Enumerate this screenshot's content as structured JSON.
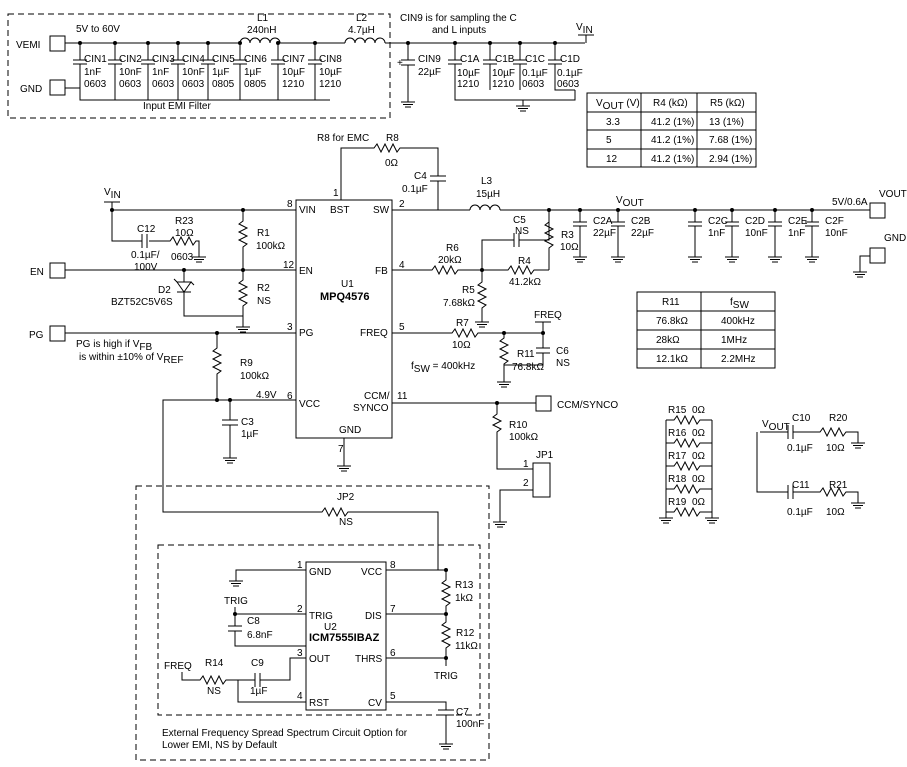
{
  "emi_filter": {
    "vin_range": "5V to 60V",
    "title": "Input EMI Filter",
    "terminals": [
      "VEMI",
      "GND"
    ],
    "inductors": [
      {
        "ref": "L1",
        "value": "240nH"
      },
      {
        "ref": "L2",
        "value": "4.7µH"
      }
    ],
    "caps": [
      {
        "ref": "CIN1",
        "value": "1nF",
        "pkg": "0603"
      },
      {
        "ref": "CIN2",
        "value": "10nF",
        "pkg": "0603"
      },
      {
        "ref": "CIN3",
        "value": "1nF",
        "pkg": "0603"
      },
      {
        "ref": "CIN4",
        "value": "10nF",
        "pkg": "0603"
      },
      {
        "ref": "CIN5",
        "value": "1µF",
        "pkg": "0805"
      },
      {
        "ref": "CIN6",
        "value": "1µF",
        "pkg": "0805"
      },
      {
        "ref": "CIN7",
        "value": "10µF",
        "pkg": "1210"
      },
      {
        "ref": "CIN8",
        "value": "10µF",
        "pkg": "1210"
      }
    ]
  },
  "input_caps": {
    "note_line1": "CIN9 is for sampling the C",
    "note_line2": "and L inputs",
    "vin_label": "V",
    "vin_sub": "IN",
    "cin9": {
      "ref": "CIN9",
      "value": "22µF"
    },
    "caps": [
      {
        "ref": "C1A",
        "value": "10µF",
        "pkg": "1210"
      },
      {
        "ref": "C1B",
        "value": "10µF",
        "pkg": "1210"
      },
      {
        "ref": "C1C",
        "value": "0.1µF",
        "pkg": "0603"
      },
      {
        "ref": "C1D",
        "value": "0.1µF",
        "pkg": "0603"
      }
    ]
  },
  "vout_table": {
    "headers": [
      "V",
      "R4 (kΩ)",
      "R5 (kΩ)"
    ],
    "header_v_sub": "OUT",
    "header_v_suffix": " (V)",
    "rows": [
      [
        "3.3",
        "41.2 (1%)",
        "13 (1%)"
      ],
      [
        "5",
        "41.2 (1%)",
        "7.68 (1%)"
      ],
      [
        "12",
        "41.2 (1%)",
        "2.94 (1%)"
      ]
    ]
  },
  "fsw_table": {
    "headers": [
      "R11",
      "f"
    ],
    "header_f_sub": "SW",
    "rows": [
      [
        "76.8kΩ",
        "400kHz"
      ],
      [
        "28kΩ",
        "1MHz"
      ],
      [
        "12.1kΩ",
        "2.2MHz"
      ]
    ]
  },
  "u1": {
    "ref": "U1",
    "part": "MPQ4576",
    "pins": {
      "vin": "VIN",
      "bst": "BST",
      "sw": "SW",
      "en": "EN",
      "fb": "FB",
      "pg": "PG",
      "freq": "FREQ",
      "vcc": "VCC",
      "ccm1": "CCM/",
      "ccm2": "SYNCO",
      "gnd": "GND"
    },
    "pin_nums": {
      "vin": "8",
      "bst": "1",
      "sw": "2",
      "en": "12",
      "fb": "4",
      "pg": "3",
      "freq": "5",
      "vcc": "6",
      "ccm": "11",
      "gnd": "7"
    }
  },
  "main": {
    "r8_note": "R8 for EMC",
    "r8": {
      "ref": "R8",
      "value": "0Ω"
    },
    "c4": {
      "ref": "C4",
      "value": "0.1µF"
    },
    "l3": {
      "ref": "L3",
      "value": "15µH"
    },
    "vin_label": "V",
    "vin_sub": "IN",
    "vout_label": "V",
    "vout_sub": "OUT",
    "vout_terminal": "VOUT",
    "vout_spec": "5V/0.6A",
    "gnd_terminal": "GND",
    "c12": {
      "ref": "C12",
      "value1": "0.1µF/",
      "value2": "100V"
    },
    "r23": {
      "ref": "R23",
      "value": "10Ω",
      "pkg": "0603"
    },
    "r1": {
      "ref": "R1",
      "value": "100kΩ"
    },
    "r2": {
      "ref": "R2",
      "value": "NS"
    },
    "d2": {
      "ref": "D2",
      "part": "BZT52C5V6S"
    },
    "en_terminal": "EN",
    "pg_terminal": "PG",
    "pg_note1": "PG is high if V",
    "pg_note1_sub": "FB",
    "pg_note2": "is within ±10% of V",
    "pg_note2_sub": "REF",
    "r9": {
      "ref": "R9",
      "value": "100kΩ"
    },
    "vcc_v": "4.9V",
    "c3": {
      "ref": "C3",
      "value": "1µF"
    },
    "c5": {
      "ref": "C5",
      "value": "NS"
    },
    "r3": {
      "ref": "R3",
      "value": "10Ω"
    },
    "r6": {
      "ref": "R6",
      "value": "20kΩ"
    },
    "r4": {
      "ref": "R4",
      "value": "41.2kΩ"
    },
    "r5": {
      "ref": "R5",
      "value": "7.68kΩ"
    },
    "r7": {
      "ref": "R7",
      "value": "10Ω"
    },
    "freq_label": "FREQ",
    "r11": {
      "ref": "R11",
      "value": "76.8kΩ"
    },
    "c6": {
      "ref": "C6",
      "value": "NS"
    },
    "fsw_note": "f",
    "fsw_sub": "SW",
    "fsw_val": " = 400kHz",
    "ccm_terminal": "CCM/SYNCO",
    "r10": {
      "ref": "R10",
      "value": "100kΩ"
    },
    "jp1": {
      "ref": "JP1",
      "pins": [
        "1",
        "2"
      ]
    },
    "out_caps": [
      {
        "ref": "C2A",
        "value": "22µF"
      },
      {
        "ref": "C2B",
        "value": "22µF"
      },
      {
        "ref": "C2C",
        "value": "1nF"
      },
      {
        "ref": "C2D",
        "value": "10nF"
      },
      {
        "ref": "C2E",
        "value": "1nF"
      },
      {
        "ref": "C2F",
        "value": "10nF"
      }
    ]
  },
  "spare": {
    "resistors": [
      {
        "ref": "R15",
        "value": "0Ω"
      },
      {
        "ref": "R16",
        "value": "0Ω"
      },
      {
        "ref": "R17",
        "value": "0Ω"
      },
      {
        "ref": "R18",
        "value": "0Ω"
      },
      {
        "ref": "R19",
        "value": "0Ω"
      }
    ],
    "vout_label": "V",
    "vout_sub": "OUT",
    "c10": {
      "ref": "C10",
      "value": "0.1µF"
    },
    "r20": {
      "ref": "R20",
      "value": "10Ω"
    },
    "c11": {
      "ref": "C11",
      "value": "0.1µF"
    },
    "r21": {
      "ref": "R21",
      "value": "10Ω"
    }
  },
  "spread": {
    "jp2": {
      "ref": "JP2",
      "value": "NS"
    },
    "u2": {
      "ref": "U2",
      "part": "ICM7555IBAZ",
      "pins": {
        "gnd": "GND",
        "vcc": "VCC",
        "trig": "TRIG",
        "dis": "DIS",
        "out": "OUT",
        "thrs": "THRS",
        "rst": "RST",
        "cv": "CV"
      },
      "pin_nums": {
        "gnd": "1",
        "vcc": "8",
        "trig": "2",
        "dis": "7",
        "out": "3",
        "thrs": "6",
        "rst": "4",
        "cv": "5"
      }
    },
    "trig_label": "TRIG",
    "trig_label2": "TRIG",
    "c8": {
      "ref": "C8",
      "value": "6.8nF"
    },
    "freq_label": "FREQ",
    "r14": {
      "ref": "R14",
      "value": "NS"
    },
    "c9": {
      "ref": "C9",
      "value": "1µF"
    },
    "r13": {
      "ref": "R13",
      "value": "1kΩ"
    },
    "r12": {
      "ref": "R12",
      "value": "11kΩ"
    },
    "c7": {
      "ref": "C7",
      "value": "100nF"
    },
    "note1": "External Frequency Spread Spectrum Circuit Option for",
    "note2": "Lower EMI, NS by Default"
  }
}
